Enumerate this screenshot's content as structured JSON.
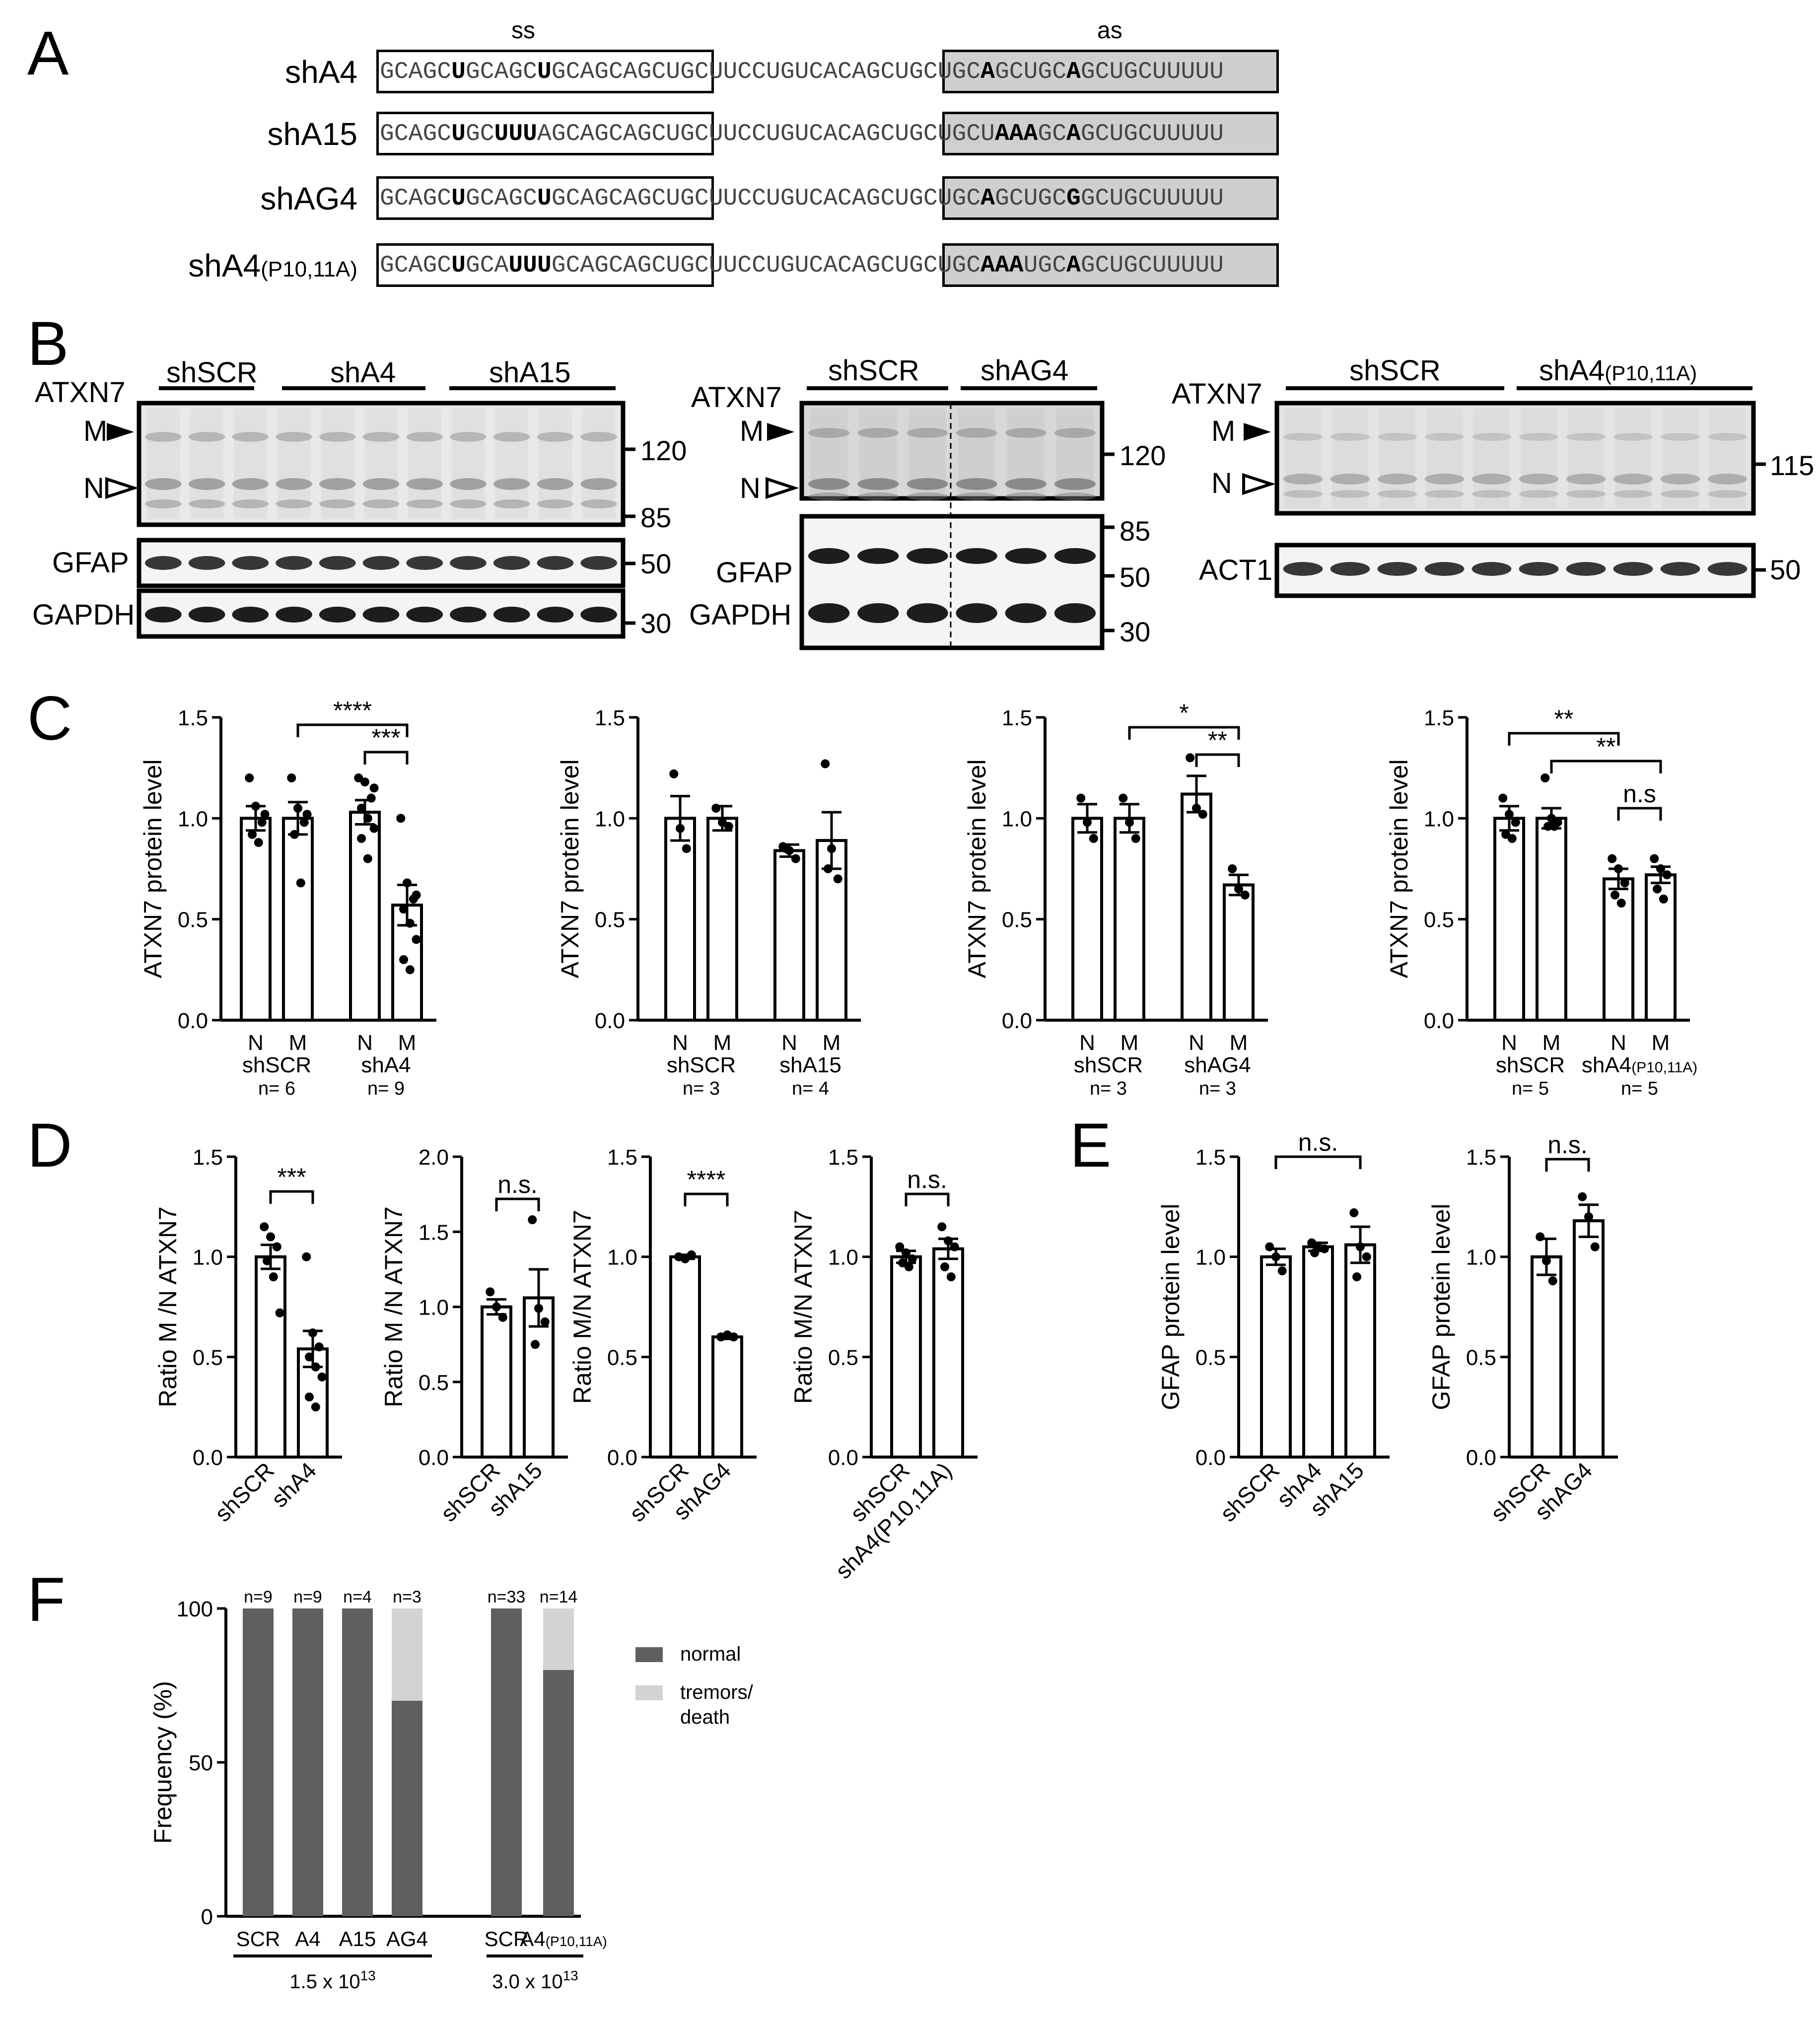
{
  "panels": {
    "A": {
      "label": "A",
      "ss_label": "ss",
      "as_label": "as",
      "rows": [
        {
          "name": "shA4",
          "ss": "GCAGCUGCAGCUGCAGCAGC",
          "loop": "UGCUUCCUGUCACA",
          "as": "GCUGCUGCAGCUGCAGCUGC",
          "tail": "UUUUU"
        },
        {
          "name": "shA15",
          "ss": "GCAGCUGCUUUAGCAGCAGC",
          "loop": "UGCUUCCUGUCACA",
          "as": "GCUGCUGCUAAAGCAGCUGC",
          "tail": "UUUUU"
        },
        {
          "name": "shAG4",
          "ss": "GCAGCUGCAGCUGCAGCAGC",
          "loop": "UGCUUCCUGUCACA",
          "as": "GCUGCUGCAGCUGCGGCUGC",
          "tail": "UUUUU"
        },
        {
          "name": "shA4",
          "name_sub": "(P10,11A)",
          "ss": "GCAGCUGCAUUUGCAGCAGC",
          "loop": "UGCUUCCUGUCACA",
          "as": "GCUGCUGCAAAUGCAGCUGC",
          "tail": "UUUUU"
        }
      ]
    },
    "B": {
      "label": "B",
      "blot1": {
        "protein": "ATXN7",
        "M": "M",
        "N": "N",
        "groups": [
          "shSCR",
          "shA4",
          "shA15"
        ],
        "mw": [
          "120",
          "85"
        ],
        "gfap": "GFAP",
        "gfap_mw": "50",
        "gapdh": "GAPDH",
        "gapdh_mw": "30"
      },
      "blot2": {
        "protein": "ATXN7",
        "M": "M",
        "N": "N",
        "groups": [
          "shSCR",
          "shAG4"
        ],
        "mw": [
          "120",
          "85"
        ],
        "gfap": "GFAP",
        "gfap_mw": "50",
        "gapdh": "GAPDH",
        "gapdh_mw": "30"
      },
      "blot3": {
        "protein": "ATXN7",
        "M": "M",
        "N": "N",
        "groups": [
          "shSCR",
          "shA4",
          "shA4_sub"
        ],
        "group_labels": {
          "g1": "shSCR",
          "g2": "shA4",
          "g2sub": "(P10,11A)"
        },
        "mw": [
          "115"
        ],
        "act": "ACT1",
        "act_mw": "50"
      }
    },
    "C": {
      "label": "C"
    },
    "D": {
      "label": "D"
    },
    "E": {
      "label": "E"
    },
    "F": {
      "label": "F"
    }
  },
  "chart_data": [
    {
      "id": "C1",
      "type": "bar",
      "ylabel": "ATXN7 protein level",
      "ylim": [
        0,
        1.5
      ],
      "yticks": [
        "0.0",
        "0.5",
        "1.0",
        "1.5"
      ],
      "categories": [
        "N",
        "M",
        "N",
        "M"
      ],
      "groups": [
        {
          "name": "shSCR",
          "n": "n= 6"
        },
        {
          "name": "shA4",
          "n": "n= 9"
        }
      ],
      "values": [
        1.0,
        1.0,
        1.03,
        0.57
      ],
      "errors": [
        0.06,
        0.08,
        0.06,
        0.1
      ],
      "points": [
        [
          1.2,
          1.06,
          0.98,
          0.92,
          0.88,
          1.02
        ],
        [
          1.2,
          1.05,
          0.98,
          0.92,
          0.68,
          1.02
        ],
        [
          1.2,
          1.18,
          1.1,
          1.05,
          1.0,
          0.95,
          0.9,
          0.8,
          1.15
        ],
        [
          1.0,
          0.68,
          0.6,
          0.55,
          0.48,
          0.4,
          0.3,
          0.25,
          0.62
        ]
      ],
      "sig": [
        {
          "from": 1,
          "to": 3,
          "label": "****"
        },
        {
          "from": 2,
          "to": 3,
          "label": "***"
        }
      ]
    },
    {
      "id": "C2",
      "type": "bar",
      "ylabel": "ATXN7 protein level",
      "ylim": [
        0,
        1.5
      ],
      "yticks": [
        "0.0",
        "0.5",
        "1.0",
        "1.5"
      ],
      "categories": [
        "N",
        "M",
        "N",
        "M"
      ],
      "groups": [
        {
          "name": "shSCR",
          "n": "n= 3"
        },
        {
          "name": "shA15",
          "n": "n= 4"
        }
      ],
      "values": [
        1.0,
        1.0,
        0.84,
        0.89
      ],
      "errors": [
        0.11,
        0.06,
        0.03,
        0.14
      ],
      "points": [
        [
          1.22,
          0.95,
          0.85
        ],
        [
          1.05,
          0.98,
          0.96
        ],
        [
          0.86,
          0.84,
          0.8,
          0.85
        ],
        [
          1.27,
          0.85,
          0.7,
          0.75
        ]
      ],
      "sig": []
    },
    {
      "id": "C3",
      "type": "bar",
      "ylabel": "ATXN7 protein level",
      "ylim": [
        0,
        1.5
      ],
      "yticks": [
        "0.0",
        "0.5",
        "1.0",
        "1.5"
      ],
      "categories": [
        "N",
        "M",
        "N",
        "M"
      ],
      "groups": [
        {
          "name": "shSCR",
          "n": "n= 3"
        },
        {
          "name": "shAG4",
          "n": "n= 3"
        }
      ],
      "values": [
        1.0,
        1.0,
        1.12,
        0.67
      ],
      "errors": [
        0.07,
        0.07,
        0.09,
        0.05
      ],
      "points": [
        [
          1.1,
          0.98,
          0.9
        ],
        [
          1.1,
          0.98,
          0.9
        ],
        [
          1.3,
          1.05,
          1.02
        ],
        [
          0.75,
          0.65,
          0.62
        ]
      ],
      "sig": [
        {
          "from": 1,
          "to": 3,
          "label": "*"
        },
        {
          "from": 2,
          "to": 3,
          "label": "**"
        }
      ]
    },
    {
      "id": "C4",
      "type": "bar",
      "ylabel": "ATXN7 protein level",
      "ylim": [
        0,
        1.5
      ],
      "yticks": [
        "0.0",
        "0.5",
        "1.0",
        "1.5"
      ],
      "categories": [
        "N",
        "M",
        "N",
        "M"
      ],
      "groups": [
        {
          "name": "shSCR",
          "n": "n= 5"
        },
        {
          "name": "shA4",
          "name_sub": "(P10,11A)",
          "n": "n= 5"
        }
      ],
      "values": [
        1.0,
        1.0,
        0.7,
        0.72
      ],
      "errors": [
        0.06,
        0.05,
        0.05,
        0.04
      ],
      "points": [
        [
          1.1,
          1.02,
          0.98,
          0.92,
          0.9
        ],
        [
          1.2,
          1.0,
          0.98,
          0.96,
          0.96
        ],
        [
          0.8,
          0.75,
          0.68,
          0.62,
          0.58
        ],
        [
          0.8,
          0.75,
          0.72,
          0.65,
          0.6
        ]
      ],
      "sig": [
        {
          "from": 0,
          "to": 2,
          "label": "**"
        },
        {
          "from": 1,
          "to": 3,
          "label": "**"
        },
        {
          "from": 2,
          "to": 3,
          "label": "n.s"
        }
      ]
    },
    {
      "id": "D1",
      "type": "bar",
      "ylabel": "Ratio M /N ATXN7",
      "ylim": [
        0,
        1.5
      ],
      "yticks": [
        "0.0",
        "0.5",
        "1.0",
        "1.5"
      ],
      "categories": [
        "shSCR",
        "shA4"
      ],
      "values": [
        1.0,
        0.54
      ],
      "errors": [
        0.06,
        0.09
      ],
      "points": [
        [
          1.15,
          1.1,
          1.05,
          0.98,
          0.9,
          0.72
        ],
        [
          1.0,
          0.62,
          0.55,
          0.5,
          0.45,
          0.4,
          0.3,
          0.25
        ]
      ],
      "sig": [
        {
          "from": 0,
          "to": 1,
          "label": "***"
        }
      ]
    },
    {
      "id": "D2",
      "type": "bar",
      "ylabel": "Ratio M /N ATXN7",
      "ylim": [
        0,
        2.0
      ],
      "yticks": [
        "0.0",
        "0.5",
        "1.0",
        "1.5",
        "2.0"
      ],
      "categories": [
        "shSCR",
        "shA15"
      ],
      "values": [
        1.0,
        1.06
      ],
      "errors": [
        0.05,
        0.19
      ],
      "points": [
        [
          1.1,
          1.0,
          0.93
        ],
        [
          1.58,
          0.99,
          0.9,
          0.75
        ]
      ],
      "sig": [
        {
          "from": 0,
          "to": 1,
          "label": "n.s."
        }
      ]
    },
    {
      "id": "D3",
      "type": "bar",
      "ylabel": "Ratio M/N ATXN7",
      "ylim": [
        0,
        1.5
      ],
      "yticks": [
        "0.0",
        "0.5",
        "1.0",
        "1.5"
      ],
      "categories": [
        "shSCR",
        "shAG4"
      ],
      "values": [
        1.0,
        0.6
      ],
      "errors": [
        0.01,
        0.01
      ],
      "points": [
        [
          1.0,
          0.99,
          1.01
        ],
        [
          0.6,
          0.61,
          0.6
        ]
      ],
      "sig": [
        {
          "from": 0,
          "to": 1,
          "label": "****"
        }
      ]
    },
    {
      "id": "D4",
      "type": "bar",
      "ylabel": "Ratio M/N ATXN7",
      "ylim": [
        0,
        1.5
      ],
      "yticks": [
        "0.0",
        "0.5",
        "1.0",
        "1.5"
      ],
      "categories": [
        "shSCR",
        "shA4(P10,11A)"
      ],
      "values": [
        1.0,
        1.04
      ],
      "errors": [
        0.03,
        0.05
      ],
      "points": [
        [
          1.05,
          1.02,
          0.99,
          0.97,
          0.95
        ],
        [
          1.15,
          1.08,
          1.05,
          0.95,
          0.9
        ]
      ],
      "sig": [
        {
          "from": 0,
          "to": 1,
          "label": "n.s."
        }
      ]
    },
    {
      "id": "E1",
      "type": "bar",
      "ylabel": "GFAP protein level",
      "ylim": [
        0,
        1.5
      ],
      "yticks": [
        "0.0",
        "0.5",
        "1.0",
        "1.5"
      ],
      "categories": [
        "shSCR",
        "shA4",
        "shA15"
      ],
      "values": [
        1.0,
        1.05,
        1.06
      ],
      "errors": [
        0.04,
        0.02,
        0.09
      ],
      "points": [
        [
          1.05,
          1.0,
          0.93
        ],
        [
          1.07,
          1.05,
          1.04,
          1.02
        ],
        [
          1.22,
          1.05,
          1.0,
          0.9
        ]
      ],
      "sig": [
        {
          "from": 0,
          "to": 2,
          "label": "n.s."
        }
      ]
    },
    {
      "id": "E2",
      "type": "bar",
      "ylabel": "GFAP protein level",
      "ylim": [
        0,
        1.5
      ],
      "yticks": [
        "0.0",
        "0.5",
        "1.0",
        "1.5"
      ],
      "categories": [
        "shSCR",
        "shAG4"
      ],
      "values": [
        1.0,
        1.18
      ],
      "errors": [
        0.09,
        0.08
      ],
      "points": [
        [
          1.1,
          0.98,
          0.88
        ],
        [
          1.3,
          1.2,
          1.05
        ]
      ],
      "sig": [
        {
          "from": 0,
          "to": 1,
          "label": "n.s."
        }
      ]
    },
    {
      "id": "F",
      "type": "bar",
      "ylabel": "Frequency (%)",
      "ylim": [
        0,
        100
      ],
      "yticks": [
        "0",
        "50",
        "100"
      ],
      "categories": [
        "SCR",
        "A4",
        "A15",
        "AG4",
        "SCR",
        "A4(P10,11A)"
      ],
      "n_labels": [
        "n=9",
        "n=9",
        "n=4",
        "n=3",
        "n=33",
        "n=14"
      ],
      "dose_groups": [
        "1.5 x 10",
        "3.0 x 10"
      ],
      "dose_exp": "13",
      "series": [
        {
          "name": "normal",
          "values": [
            100,
            100,
            100,
            70,
            100,
            80
          ],
          "color": "#5f5f5f"
        },
        {
          "name": "tremors/ death",
          "values": [
            0,
            0,
            0,
            30,
            0,
            20
          ],
          "color": "#d3d3d3"
        }
      ],
      "legend": [
        "normal",
        "tremors/",
        "death"
      ]
    }
  ]
}
